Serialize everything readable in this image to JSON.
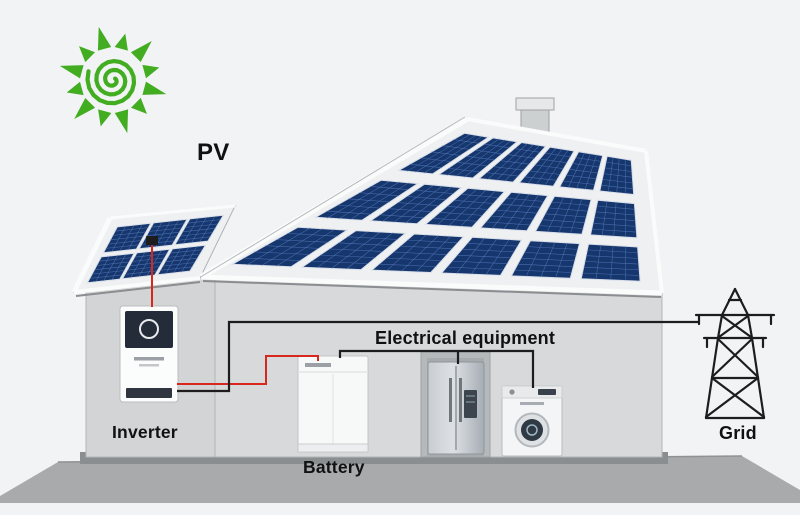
{
  "diagram": {
    "labels": {
      "pv": "PV",
      "inverter": "Inverter",
      "battery": "Battery",
      "electrical_equipment": "Electrical equipment",
      "grid": "Grid"
    },
    "colors": {
      "background": "#f2f3f5",
      "sun_green": "#43ad22",
      "panel_blue": "#16366e",
      "panel_cell_line": "#5b7fc0",
      "wire_red": "#d8281e",
      "wire_black": "#1d1d1d",
      "wall_gray": "#d7d9da",
      "roof_white": "#eef0f1",
      "ground_gray": "#a8aaab",
      "label_text": "#111111"
    },
    "icons": {
      "sun": "green-spiral-sun-icon",
      "pv_array": "solar-panel-grid-icon",
      "inverter": "wall-mounted-inverter-icon",
      "battery": "battery-cabinet-icon",
      "refrigerator": "fridge-icon",
      "washing_machine": "front-load-washer-icon",
      "grid": "transmission-tower-icon"
    }
  }
}
